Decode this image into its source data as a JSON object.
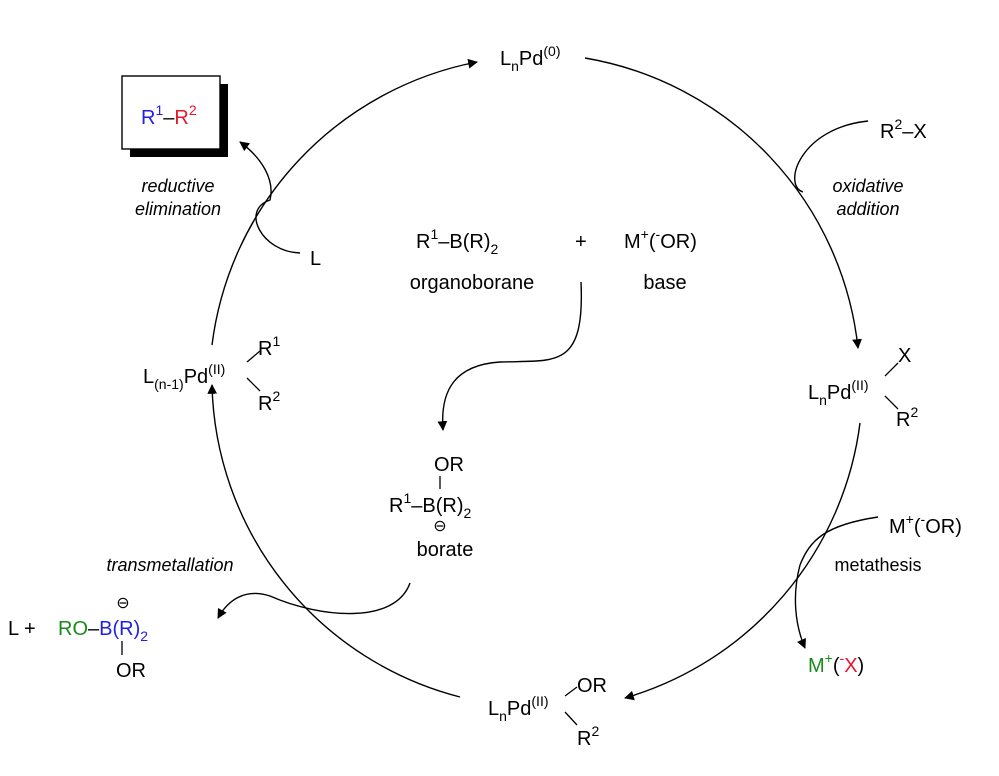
{
  "colors": {
    "black": "#000000",
    "blue": "#1f1fe6",
    "red": "#e6162e",
    "green": "#1a8a1a"
  },
  "product": {
    "r1": "R",
    "r1_sup": "1",
    "bond": "–",
    "r2": "R",
    "r2_sup": "2"
  },
  "pd0": {
    "L": "L",
    "n": "n",
    "Pd": "Pd",
    "ox": "(0)"
  },
  "substrate": {
    "r": "R",
    "sup": "2",
    "bond": "–",
    "x": "X"
  },
  "steps": {
    "oxidative": [
      "oxidative",
      "addition"
    ],
    "reductive": [
      "reductive",
      "elimination"
    ],
    "transmetallation": "transmetallation",
    "metathesis": "metathesis"
  },
  "ligand_released": "L",
  "organoborane": {
    "formula_r": "R",
    "formula_sup": "1",
    "formula_rest": "–B(R)",
    "formula_sub": "2",
    "name": "organoborane"
  },
  "plus": "+",
  "base": {
    "M": "M",
    "plus": "+",
    "open": "(",
    "minus": "-",
    "OR": "OR",
    "close": ")",
    "name": "base"
  },
  "pd_ox": {
    "L": "L",
    "n": "n",
    "Pd": "Pd",
    "ox": "(II)",
    "X": "X",
    "R2": "R",
    "R2_sup": "2"
  },
  "pd_trans": {
    "L": "L",
    "sub": "(n-1)",
    "Pd": "Pd",
    "ox": "(II)",
    "R1": "R",
    "R1_sup": "1",
    "R2": "R",
    "R2_sup": "2"
  },
  "pd_or": {
    "L": "L",
    "n": "n",
    "Pd": "Pd",
    "ox": "(II)",
    "OR": "OR",
    "R2": "R",
    "R2_sup": "2"
  },
  "borate": {
    "OR": "OR",
    "r": "R",
    "sup": "1",
    "rest": "–B(R)",
    "sub": "2",
    "charge": "⊖",
    "name": "borate"
  },
  "metathesis_in": {
    "M": "M",
    "plus": "+",
    "open": "(",
    "minus": "-",
    "OR": "OR",
    "close": ")"
  },
  "metathesis_out": {
    "M": "M",
    "plus": "+",
    "open": "(",
    "minus": "-",
    "X": "X",
    "close": ")"
  },
  "byproduct": {
    "L": "L +",
    "RO": "RO",
    "bond": "–",
    "B": "B(R)",
    "sub": "2",
    "OR": "OR",
    "charge": "⊖"
  }
}
